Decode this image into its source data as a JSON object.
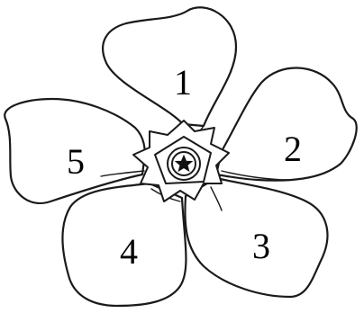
{
  "petal_labels": [
    "1",
    "2",
    "3",
    "4",
    "5"
  ],
  "colors": {
    "outline": "#1a1a1a",
    "fill": "#ffffff",
    "label": "#000000"
  }
}
